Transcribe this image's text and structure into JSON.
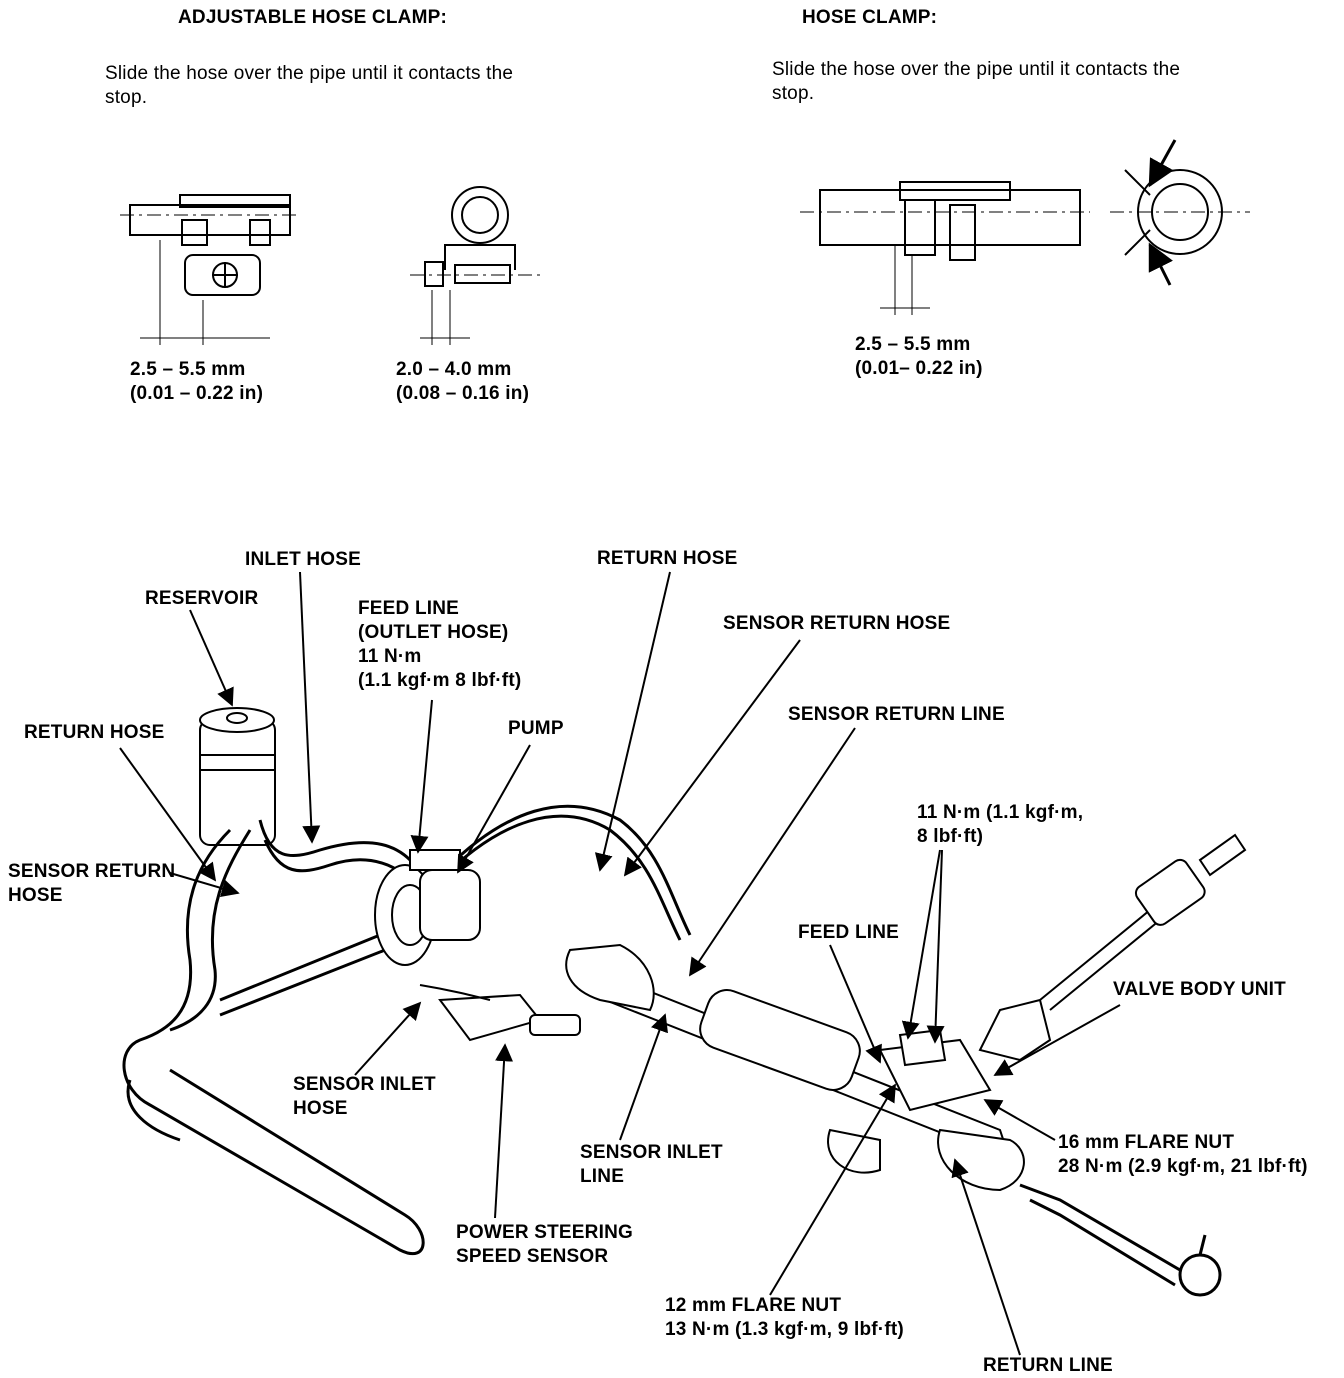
{
  "adjustable_clamp": {
    "heading": "ADJUSTABLE HOSE CLAMP:",
    "instruction_line1": "Slide the hose over the pipe until it contacts the",
    "instruction_line2": "stop.",
    "dim1_line1": "2.5 – 5.5 mm",
    "dim1_line2": "(0.01 – 0.22 in)",
    "dim2_line1": "2.0 – 4.0 mm",
    "dim2_line2": "(0.08 – 0.16 in)"
  },
  "hose_clamp": {
    "heading": "HOSE CLAMP:",
    "instruction_line1": "Slide the hose over the pipe until it contacts the",
    "instruction_line2": "stop.",
    "dim_line1": "2.5 – 5.5 mm",
    "dim_line2": "(0.01– 0.22 in)"
  },
  "labels": {
    "inlet_hose": "INLET HOSE",
    "reservoir": "RESERVOIR",
    "feed_line_outlet_1": "FEED LINE",
    "feed_line_outlet_2": "(OUTLET HOSE)",
    "feed_line_outlet_3": "11 N·m",
    "feed_line_outlet_4": "(1.1 kgf·m 8 lbf·ft)",
    "return_hose_top": "RETURN HOSE",
    "sensor_return_hose_top": "SENSOR RETURN HOSE",
    "sensor_return_line": "SENSOR RETURN LINE",
    "return_hose_left": "RETURN HOSE",
    "pump": "PUMP",
    "sensor_return_hose_left_1": "SENSOR RETURN",
    "sensor_return_hose_left_2": "HOSE",
    "torque_valve_1": "11 N·m (1.1 kgf·m,",
    "torque_valve_2": "8 lbf·ft)",
    "feed_line": "FEED LINE",
    "valve_body_unit": "VALVE BODY UNIT",
    "sensor_inlet_hose_1": "SENSOR INLET",
    "sensor_inlet_hose_2": "HOSE",
    "sensor_inlet_line_1": "SENSOR INLET",
    "sensor_inlet_line_2": "LINE",
    "flare16_1": "16 mm FLARE NUT",
    "flare16_2": "28 N·m (2.9 kgf·m, 21 lbf·ft)",
    "ps_speed_sensor_1": "POWER STEERING",
    "ps_speed_sensor_2": "SPEED SENSOR",
    "flare12_1": "12 mm FLARE NUT",
    "flare12_2": "13 N·m (1.3 kgf·m, 9 lbf·ft)",
    "return_line": "RETURN LINE"
  }
}
